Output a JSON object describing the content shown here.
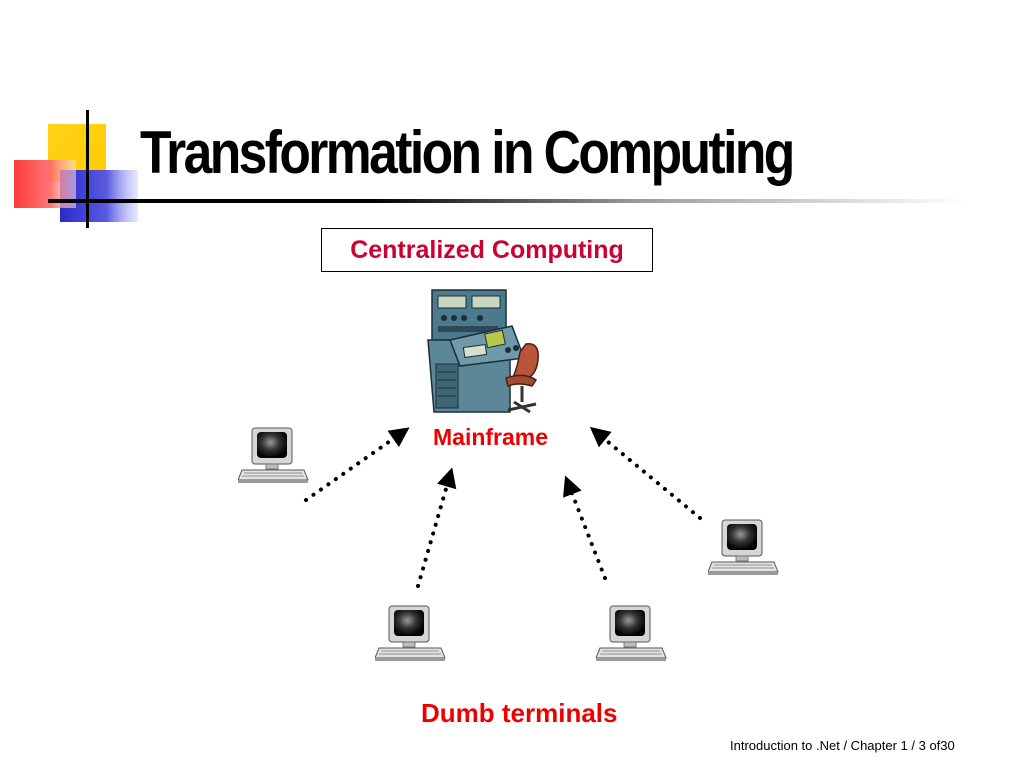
{
  "slide": {
    "title": "Transformation in Computing",
    "box_label": "Centralized Computing",
    "mainframe_label": "Mainframe",
    "terminals_label": "Dumb terminals",
    "footer": "Introduction to .Net / Chapter 1 / 3 of30"
  },
  "colors": {
    "label_red": "#ee0000",
    "box_label_red": "#cc0033",
    "accent_yellow": "#ffcc00",
    "accent_red": "#ff3333",
    "accent_blue": "#3333cc"
  },
  "icons": {
    "mainframe": "mainframe-console-icon",
    "terminal": "computer-terminal-icon"
  }
}
